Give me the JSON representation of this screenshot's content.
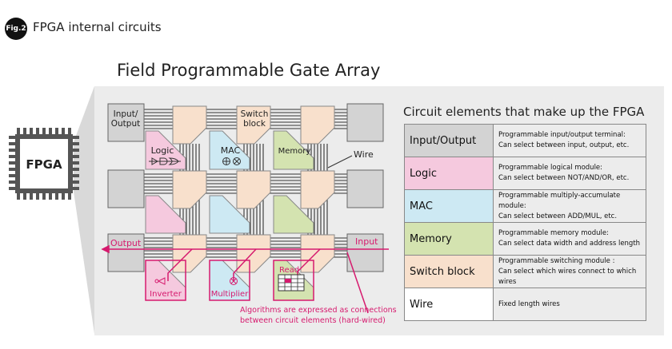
{
  "header": {
    "fig_badge": "Fig.2",
    "fig_title": "FPGA internal circuits",
    "main_title": "Field Programmable Gate Array"
  },
  "chip": {
    "label": "FPGA"
  },
  "diagram": {
    "io_label": "Input/ Output",
    "switch_block_label": "Switch block",
    "logic_label": "Logic",
    "mac_label": "MAC",
    "memory_label": "Memory",
    "wire_label": "Wire",
    "output_label": "Output",
    "input_label": "Input",
    "inverter_label": "Inverter",
    "multiplier_label": "Multiplier",
    "read_label": "Read",
    "note_line1": "Algorithms are expressed as connections",
    "note_line2": "between circuit elements (hard-wired)"
  },
  "legend": {
    "heading": "Circuit elements that make up the FPGA",
    "rows": [
      {
        "name": "Input/Output",
        "desc1": "Programmable input/output terminal:",
        "desc2": "Can select between input, output, etc.",
        "color": "#d3d3d3"
      },
      {
        "name": "Logic",
        "desc1": "Programmable logical module:",
        "desc2": "Can select between NOT/AND/OR, etc.",
        "color": "#f5c9de"
      },
      {
        "name": "MAC",
        "desc1": "Programmable multiply-accumulate module:",
        "desc2": "Can select between ADD/MUL, etc.",
        "color": "#cde9f3"
      },
      {
        "name": "Memory",
        "desc1": "Programmable memory module:",
        "desc2": "Can select data width and address length",
        "color": "#d4e3b0"
      },
      {
        "name": "Switch block",
        "desc1": "Programmable switching module :",
        "desc2": "Can select which wires connect to which wires",
        "color": "#f8e0cc"
      },
      {
        "name": "Wire",
        "desc1": "Fixed length wires",
        "desc2": "",
        "color": "#ffffff"
      }
    ]
  },
  "colors": {
    "io": "#d3d3d3",
    "logic": "#f5c9de",
    "mac": "#cde9f3",
    "memory": "#d4e3b0",
    "switch": "#f8e0cc",
    "accent": "#d61a6e",
    "panel": "#ececec"
  },
  "icons": [
    "chip-icon",
    "logic-gate-icon",
    "mac-symbol-icon",
    "inverter-icon",
    "multiplier-icon",
    "memory-grid-icon"
  ]
}
